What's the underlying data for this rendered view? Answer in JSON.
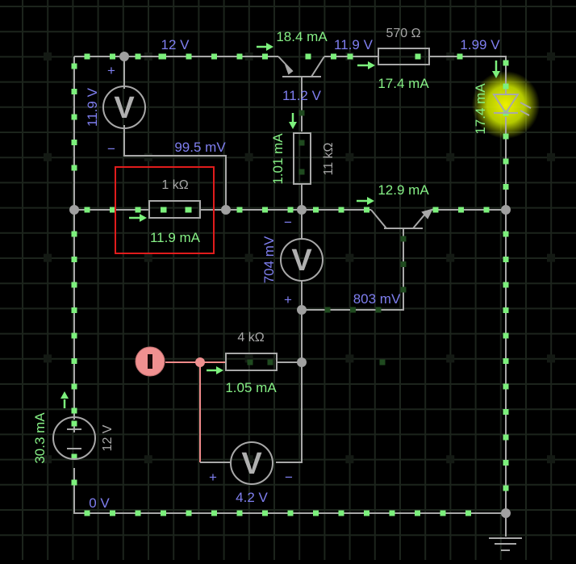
{
  "app": "circuit-simulator",
  "colors": {
    "background": "#000000",
    "grid": "#1c241c",
    "wire": "#a8a8a8",
    "current_dot": "#7cf07c",
    "voltage_label": "#7f7ff0",
    "current_label": "#86f086",
    "component_label": "#a8a8a8",
    "selection": "#e01c1c",
    "probe": "#f09090",
    "led_glow": "#e8f000"
  },
  "labels": {
    "top_rail_voltage": "12 V",
    "q1_current": "18.4 mA",
    "q1_collector_voltage": "11.9 V",
    "r570_value": "570 Ω",
    "r570_current": "17.4 mA",
    "led_anode_voltage": "1.99 V",
    "led_current": "17.4 mA",
    "q1_base_voltage": "11.2 V",
    "vm1_reading": "11.9 V",
    "vm1_plus": "+",
    "vm1_minus": "−",
    "vm2_reading": "99.5 mV",
    "r11k_current": "1.01 mA",
    "r11k_value": "11 kΩ",
    "r1k_value": "1 kΩ",
    "r1k_current": "11.9 mA",
    "q2_current": "12.9 mA",
    "vm3_reading": "704 mV",
    "vm3_minus": "−",
    "vm3_plus": "+",
    "q2_base_voltage": "803 mV",
    "r4k_value": "4 kΩ",
    "r4k_current": "1.05 mA",
    "vm4_reading": "4.2 V",
    "vm4_plus": "+",
    "vm4_minus": "−",
    "battery_current": "30.3 mA",
    "battery_voltage": "12 V",
    "ground_voltage": "0 V",
    "meter_symbol": "V"
  },
  "components": [
    {
      "type": "voltage-source",
      "value": "12 V",
      "current": "30.3 mA"
    },
    {
      "type": "voltmeter",
      "reading": "11.9 V"
    },
    {
      "type": "pnp-transistor",
      "current": "18.4 mA",
      "base_voltage": "11.2 V"
    },
    {
      "type": "resistor",
      "value": "570 Ω",
      "current": "17.4 mA"
    },
    {
      "type": "led",
      "current": "17.4 mA",
      "lit": true
    },
    {
      "type": "resistor",
      "value": "11 kΩ",
      "current": "1.01 mA"
    },
    {
      "type": "resistor",
      "value": "1 kΩ",
      "current": "11.9 mA",
      "selected": true
    },
    {
      "type": "npn-transistor",
      "current": "12.9 mA"
    },
    {
      "type": "voltmeter",
      "reading": "704 mV"
    },
    {
      "type": "resistor",
      "value": "4 kΩ",
      "current": "1.05 mA"
    },
    {
      "type": "voltmeter",
      "reading": "4.2 V"
    },
    {
      "type": "probe",
      "state": "selected"
    },
    {
      "type": "ground",
      "voltage": "0 V"
    }
  ]
}
